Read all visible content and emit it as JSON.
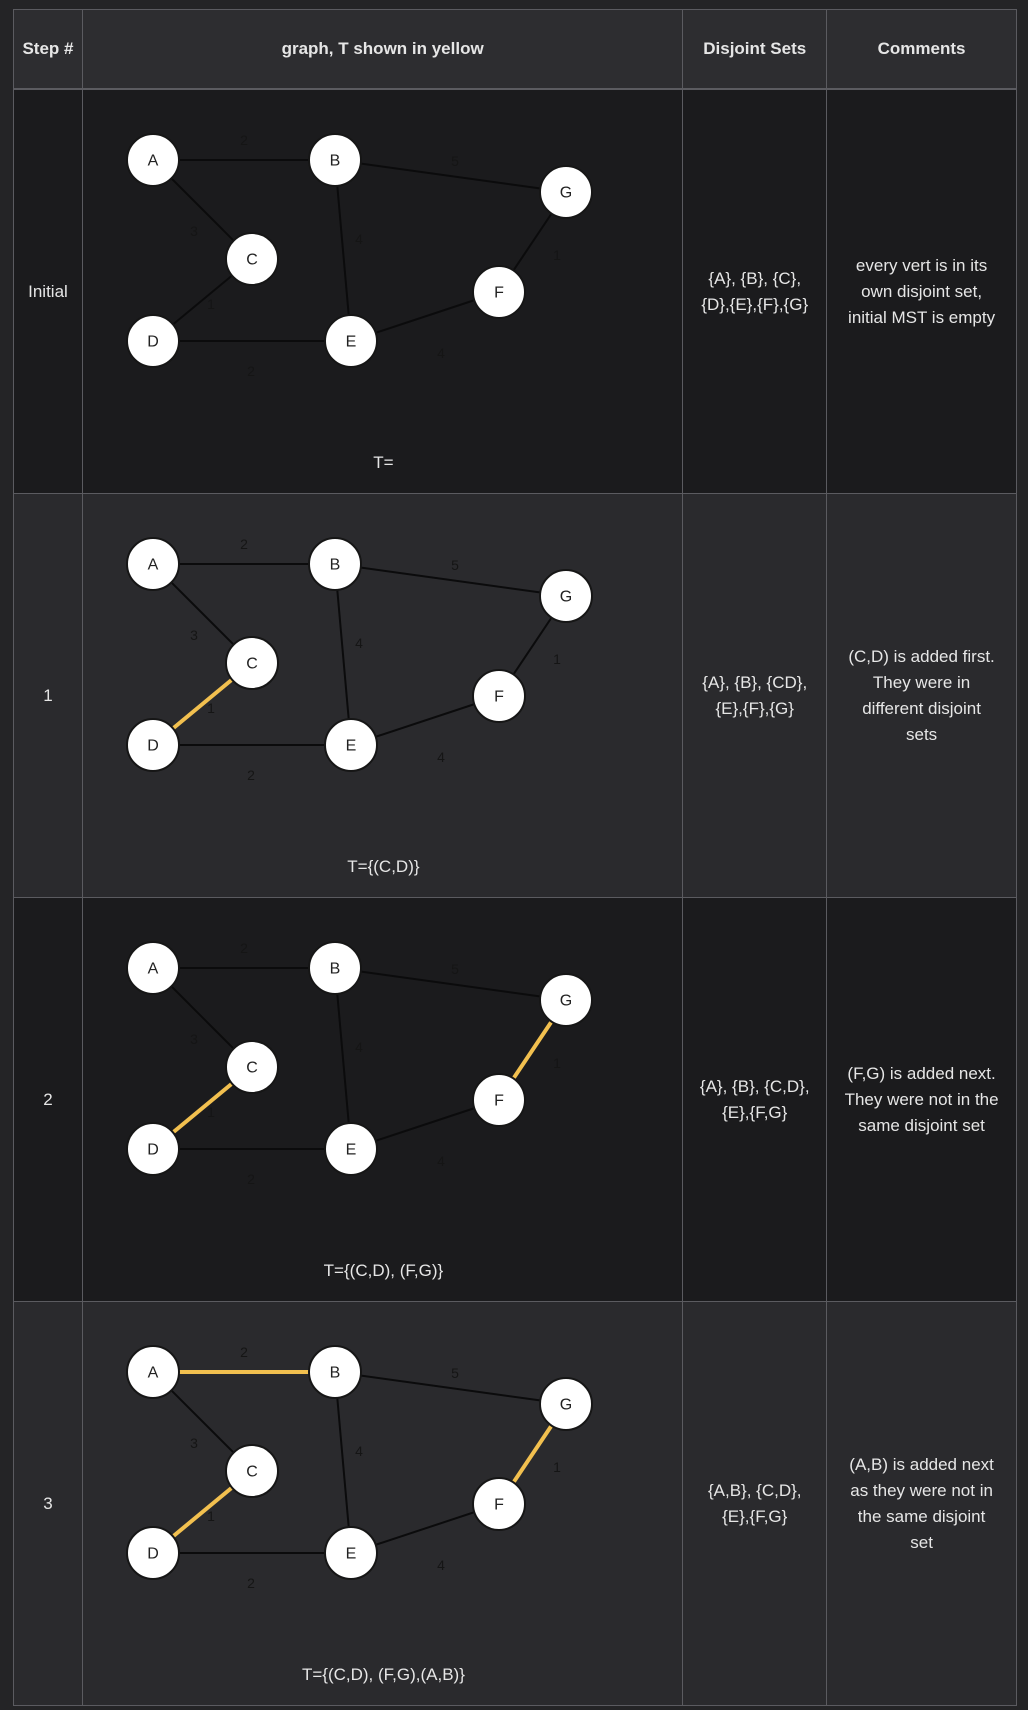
{
  "header": {
    "step": "Step #",
    "graph": "graph, T shown in yellow",
    "sets": "Disjoint Sets",
    "comments": "Comments"
  },
  "colors": {
    "mst_edge": "#f2c04f",
    "edge": "#0b0b0c",
    "node_fill": "#ffffff"
  },
  "graph": {
    "nodes": [
      "A",
      "B",
      "C",
      "D",
      "E",
      "F",
      "G"
    ],
    "edges": [
      {
        "id": "AB",
        "from": "A",
        "to": "B",
        "weight": "2"
      },
      {
        "id": "AC",
        "from": "A",
        "to": "C",
        "weight": "3"
      },
      {
        "id": "BG",
        "from": "B",
        "to": "G",
        "weight": "5"
      },
      {
        "id": "BE",
        "from": "B",
        "to": "E",
        "weight": "4"
      },
      {
        "id": "CD",
        "from": "C",
        "to": "D",
        "weight": "1"
      },
      {
        "id": "DE",
        "from": "D",
        "to": "E",
        "weight": "2"
      },
      {
        "id": "EF",
        "from": "E",
        "to": "F",
        "weight": "4"
      },
      {
        "id": "FG",
        "from": "F",
        "to": "G",
        "weight": "1"
      }
    ]
  },
  "rows": [
    {
      "step": "Initial",
      "tree": "T=",
      "mst_edges": [],
      "sets_lines": [
        "{A}, {B}, {C},",
        "{D},{E},{F},{G}"
      ],
      "comment_lines": [
        "every vert is in its",
        "own disjoint set,",
        "initial MST is empty"
      ]
    },
    {
      "step": "1",
      "tree": "T={(C,D)}",
      "mst_edges": [
        "CD"
      ],
      "sets_lines": [
        "{A}, {B}, {CD},",
        "{E},{F},{G}"
      ],
      "comment_lines": [
        "(C,D) is added first.",
        "They were in",
        "different disjoint",
        "sets"
      ]
    },
    {
      "step": "2",
      "tree": "T={(C,D), (F,G)}",
      "mst_edges": [
        "CD",
        "FG"
      ],
      "sets_lines": [
        "{A}, {B}, {C,D},",
        "{E},{F,G}"
      ],
      "comment_lines": [
        "(F,G) is added next.",
        "They were not in the",
        "same disjoint set"
      ]
    },
    {
      "step": "3",
      "tree": "T={(C,D), (F,G),(A,B)}",
      "mst_edges": [
        "CD",
        "FG",
        "AB"
      ],
      "sets_lines": [
        "{A,B}, {C,D},",
        "{E},{F,G}"
      ],
      "comment_lines": [
        "(A,B) is added next",
        "as they were not in",
        "the same disjoint",
        "set"
      ]
    }
  ]
}
